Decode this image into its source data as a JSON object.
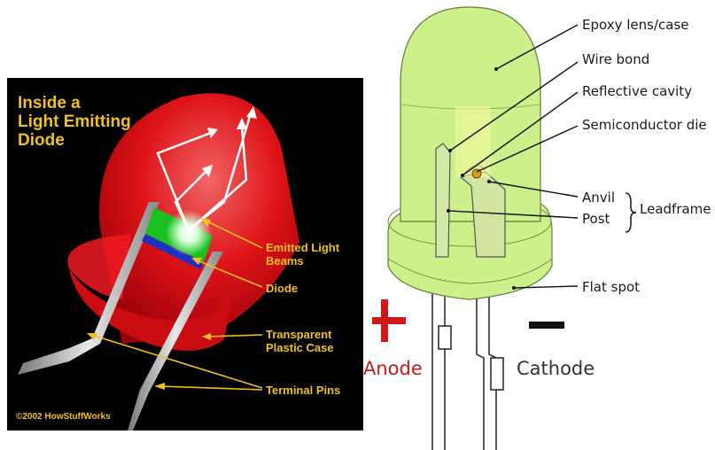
{
  "left_panel": {
    "title_line1": "Inside a",
    "title_line2": "Light Emitting",
    "title_line3": "Diode",
    "callouts": {
      "emitted_line1": "Emitted Light",
      "emitted_line2": "Beams",
      "diode": "Diode",
      "case_line1": "Transparent",
      "case_line2": "Plastic Case",
      "pins": "Terminal Pins"
    },
    "copyright": "©2002 HowStuffWorks"
  },
  "right_panel": {
    "labels": {
      "epoxy": "Epoxy lens/case",
      "wire_bond": "Wire bond",
      "reflective": "Reflective cavity",
      "semiconductor": "Semiconductor die",
      "anvil": "Anvil",
      "post": "Post",
      "leadframe": "Leadframe",
      "flat_spot": "Flat spot"
    },
    "polarity": {
      "plus": "+",
      "minus": "−",
      "anode": "Anode",
      "cathode": "Cathode"
    }
  },
  "colors": {
    "led_green": "#ccf08a",
    "led_red": "#e8141c",
    "callout_yellow": "#f0c020",
    "anode_red": "#cc1a1a",
    "panel_black": "#000000"
  }
}
